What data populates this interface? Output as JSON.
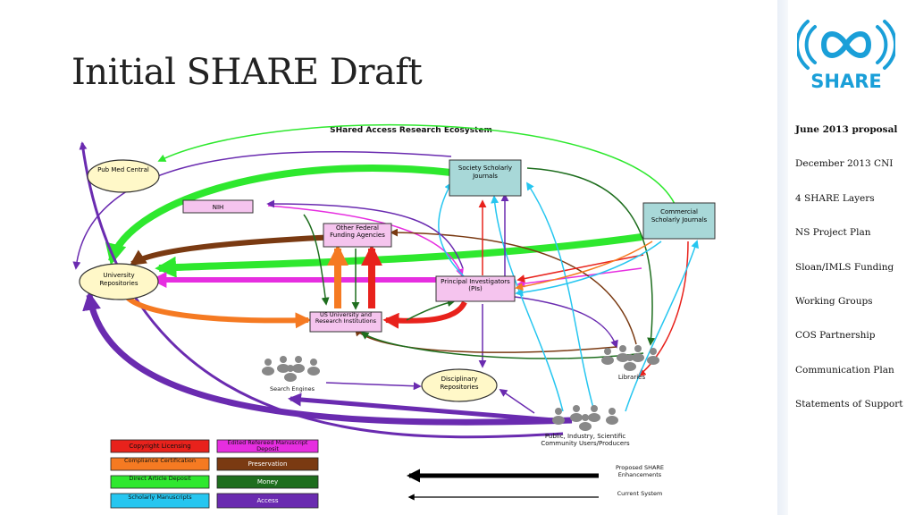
{
  "slide": {
    "title": "Initial SHARE Draft"
  },
  "logo": {
    "text": "SHARE",
    "color": "#1a9fd8"
  },
  "nav": {
    "items": [
      {
        "label": "June 2013 proposal",
        "active": true
      },
      {
        "label": "December 2013 CNI"
      },
      {
        "label": "4 SHARE Layers"
      },
      {
        "label": "NS Project Plan"
      },
      {
        "label": "Sloan/IMLS Funding"
      },
      {
        "label": "Working Groups"
      },
      {
        "label": "COS Partnership"
      },
      {
        "label": "Communication Plan"
      },
      {
        "label": "Statements of Support"
      }
    ]
  },
  "diagram": {
    "heading": "SHared Access Research Ecosystem",
    "nodes": {
      "pubmed": "Pub Med Central",
      "nih": "NIH",
      "other_federal": "Other Federal Funding Agencies",
      "society_journals": "Society Scholarly Journals",
      "commercial_journals": "Commercial Scholarly Journals",
      "univ_repos": "University Repositories",
      "principal_investigators": "Principal Investigators (PIs)",
      "us_university": "US University and Research Institutions",
      "search_engines": "Search Engines",
      "disciplinary_repos": "Disciplinary Repositories",
      "libraries": "Libraries",
      "public_users": "Public, Industry, Scientific Community Users/Producers"
    },
    "legend": [
      {
        "label": "Copyright Licensing",
        "color": "#e8221c"
      },
      {
        "label": "Edited Refereed Manuscript Deposit",
        "color": "#e62ee0"
      },
      {
        "label": "Compliance Certification",
        "color": "#f57a22"
      },
      {
        "label": "Preservation",
        "color": "#7a3a12"
      },
      {
        "label": "Direct Article Deposit",
        "color": "#2ee82e"
      },
      {
        "label": "Money",
        "color": "#1e6e1e"
      },
      {
        "label": "Scholarly Manuscripts",
        "color": "#26c6f0"
      },
      {
        "label": "Access",
        "color": "#6a2bb0"
      }
    ],
    "key": {
      "proposed": "Proposed SHARE Enhancements",
      "current": "Current System"
    }
  }
}
